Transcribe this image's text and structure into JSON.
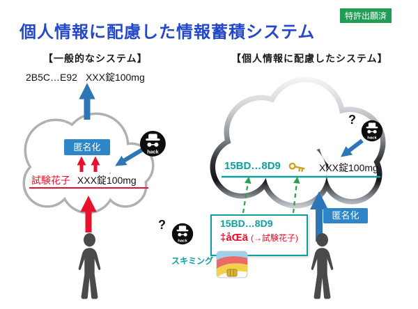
{
  "badge": {
    "label": "特許出願済"
  },
  "title": "個人情報に配慮した情報蓄積システム",
  "left_system": {
    "heading": "【一般的なシステム】",
    "output_id": "2B5C…E92",
    "output_med": "XXX錠100mg",
    "anonymize_label": "匿名化",
    "patient_name": "試験花子",
    "patient_med": "XXX錠100mg"
  },
  "right_system": {
    "heading": "【個人情報に配慮したシステム】",
    "stored_id": "15BD…8D9",
    "stored_med": "XXX錠100mg",
    "anonymize_label": "匿名化",
    "leak_box": {
      "id": "15BD…8D9",
      "garbled": "‡åŒä",
      "note": "(→試験花子)"
    },
    "skimming_label": "スキミング"
  },
  "icons": {
    "hack_label": "hack",
    "question_mark": "?",
    "key_icon": "gold-key",
    "card_icon": "credit-card"
  },
  "colors": {
    "title_blue": "#2448C8",
    "accent_blue": "#2E75B6",
    "anonymize_blue": "#2E86C8",
    "teal": "#0AA0A0",
    "red": "#E8112D",
    "green_dashed": "#2E9E4F",
    "badge_green": "#1F9D55",
    "cloud_gray": "#B0B0B0",
    "person_gray": "#4A4A4A"
  }
}
